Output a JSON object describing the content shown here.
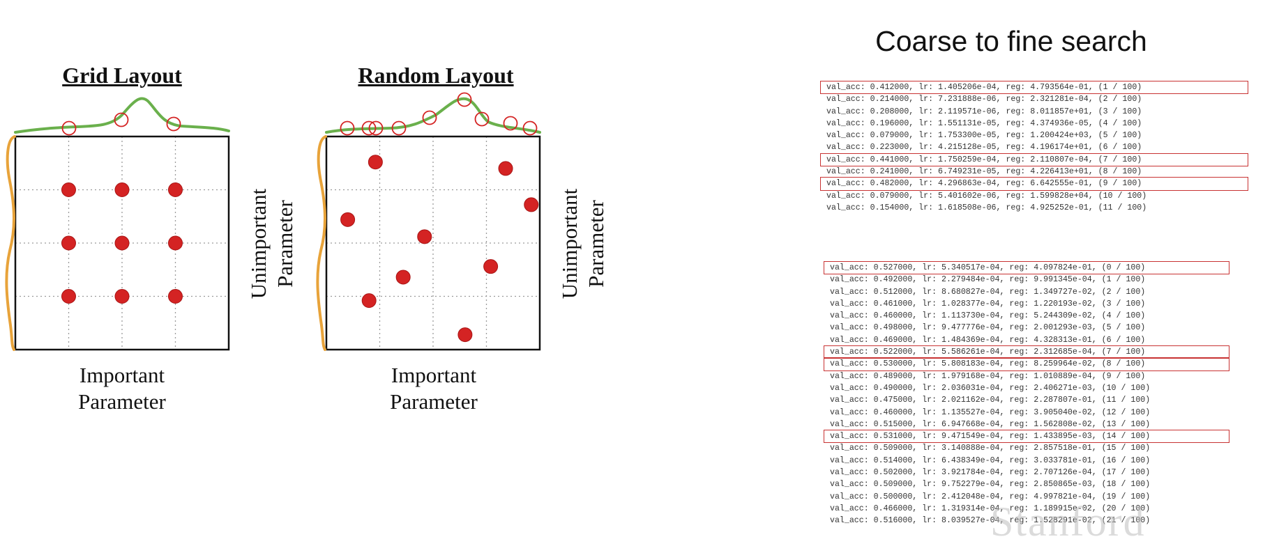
{
  "grid_panel": {
    "title": "Grid Layout",
    "x_label_line1": "Important",
    "x_label_line2": "Parameter",
    "y_label_line1": "Unimportant",
    "y_label_line2": "Parameter"
  },
  "random_panel": {
    "title": "Random Layout",
    "x_label_line1": "Important",
    "x_label_line2": "Parameter",
    "y_label_line1": "Unimportant",
    "y_label_line2": "Parameter"
  },
  "colors": {
    "point": "#d42323",
    "important_curve": "#6ab04c",
    "unimportant_curve": "#e8a33a",
    "highlight_box": "#c83232"
  },
  "coarse_to_fine": {
    "title": "Coarse to fine search",
    "coarse_runs": [
      {
        "text": "val_acc: 0.412000, lr: 1.405206e-04, reg: 4.793564e-01, (1 / 100)",
        "highlight": true
      },
      {
        "text": "val_acc: 0.214000, lr: 7.231888e-06, reg: 2.321281e-04, (2 / 100)",
        "highlight": false
      },
      {
        "text": "val_acc: 0.208000, lr: 2.119571e-06, reg: 8.011857e+01, (3 / 100)",
        "highlight": false
      },
      {
        "text": "val_acc: 0.196000, lr: 1.551131e-05, reg: 4.374936e-05, (4 / 100)",
        "highlight": false
      },
      {
        "text": "val_acc: 0.079000, lr: 1.753300e-05, reg: 1.200424e+03, (5 / 100)",
        "highlight": false
      },
      {
        "text": "val_acc: 0.223000, lr: 4.215128e-05, reg: 4.196174e+01, (6 / 100)",
        "highlight": false
      },
      {
        "text": "val_acc: 0.441000, lr: 1.750259e-04, reg: 2.110807e-04, (7 / 100)",
        "highlight": true
      },
      {
        "text": "val_acc: 0.241000, lr: 6.749231e-05, reg: 4.226413e+01, (8 / 100)",
        "highlight": false
      },
      {
        "text": "val_acc: 0.482000, lr: 4.296863e-04, reg: 6.642555e-01, (9 / 100)",
        "highlight": true
      },
      {
        "text": "val_acc: 0.079000, lr: 5.401602e-06, reg: 1.599828e+04, (10 / 100)",
        "highlight": false
      },
      {
        "text": "val_acc: 0.154000, lr: 1.618508e-06, reg: 4.925252e-01, (11 / 100)",
        "highlight": false
      }
    ],
    "fine_runs": [
      {
        "text": "val_acc: 0.527000, lr: 5.340517e-04, reg: 4.097824e-01, (0 / 100)",
        "highlight": true
      },
      {
        "text": "val_acc: 0.492000, lr: 2.279484e-04, reg: 9.991345e-04, (1 / 100)",
        "highlight": false
      },
      {
        "text": "val_acc: 0.512000, lr: 8.680827e-04, reg: 1.349727e-02, (2 / 100)",
        "highlight": false
      },
      {
        "text": "val_acc: 0.461000, lr: 1.028377e-04, reg: 1.220193e-02, (3 / 100)",
        "highlight": false
      },
      {
        "text": "val_acc: 0.460000, lr: 1.113730e-04, reg: 5.244309e-02, (4 / 100)",
        "highlight": false
      },
      {
        "text": "val_acc: 0.498000, lr: 9.477776e-04, reg: 2.001293e-03, (5 / 100)",
        "highlight": false
      },
      {
        "text": "val_acc: 0.469000, lr: 1.484369e-04, reg: 4.328313e-01, (6 / 100)",
        "highlight": false
      },
      {
        "text": "val_acc: 0.522000, lr: 5.586261e-04, reg: 2.312685e-04, (7 / 100)",
        "highlight": true
      },
      {
        "text": "val_acc: 0.530000, lr: 5.808183e-04, reg: 8.259964e-02, (8 / 100)",
        "highlight": true
      },
      {
        "text": "val_acc: 0.489000, lr: 1.979168e-04, reg: 1.010889e-04, (9 / 100)",
        "highlight": false
      },
      {
        "text": "val_acc: 0.490000, lr: 2.036031e-04, reg: 2.406271e-03, (10 / 100)",
        "highlight": false
      },
      {
        "text": "val_acc: 0.475000, lr: 2.021162e-04, reg: 2.287807e-01, (11 / 100)",
        "highlight": false
      },
      {
        "text": "val_acc: 0.460000, lr: 1.135527e-04, reg: 3.905040e-02, (12 / 100)",
        "highlight": false
      },
      {
        "text": "val_acc: 0.515000, lr: 6.947668e-04, reg: 1.562808e-02, (13 / 100)",
        "highlight": false
      },
      {
        "text": "val_acc: 0.531000, lr: 9.471549e-04, reg: 1.433895e-03, (14 / 100)",
        "highlight": true
      },
      {
        "text": "val_acc: 0.509000, lr: 3.140888e-04, reg: 2.857518e-01, (15 / 100)",
        "highlight": false
      },
      {
        "text": "val_acc: 0.514000, lr: 6.438349e-04, reg: 3.033781e-01, (16 / 100)",
        "highlight": false
      },
      {
        "text": "val_acc: 0.502000, lr: 3.921784e-04, reg: 2.707126e-04, (17 / 100)",
        "highlight": false
      },
      {
        "text": "val_acc: 0.509000, lr: 9.752279e-04, reg: 2.850865e-03, (18 / 100)",
        "highlight": false
      },
      {
        "text": "val_acc: 0.500000, lr: 2.412048e-04, reg: 4.997821e-04, (19 / 100)",
        "highlight": false
      },
      {
        "text": "val_acc: 0.466000, lr: 1.319314e-04, reg: 1.189915e-02, (20 / 100)",
        "highlight": false
      },
      {
        "text": "val_acc: 0.516000, lr: 8.039527e-04, reg: 1.528291e-02, (21 / 100)",
        "highlight": false
      }
    ]
  },
  "watermark": "Stanford"
}
